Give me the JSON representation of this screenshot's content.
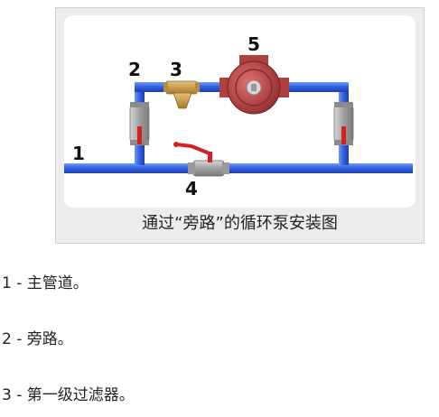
{
  "diagram": {
    "caption": "通过“旁路”的循环泵安装图",
    "labels": {
      "main_pipe": "1",
      "bypass": "2",
      "filter": "3",
      "valve": "4",
      "pump": "5"
    },
    "colors": {
      "pipe": "#2f5fe0",
      "valve_handle": "#d62020",
      "filter_body": "#c89a45",
      "pump_body": "#c84848",
      "fitting_gray": "#a8a8a8"
    }
  },
  "legend": [
    {
      "num": "1",
      "sep": " - ",
      "text": "主管道。"
    },
    {
      "num": "2",
      "sep": " - ",
      "text": "旁路。"
    },
    {
      "num": "3",
      "sep": " - ",
      "text": "第一级过滤器。"
    }
  ]
}
